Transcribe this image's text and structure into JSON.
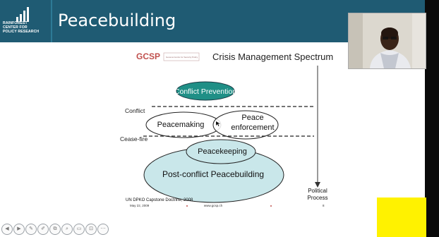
{
  "header": {
    "org_line1": "RAINFOREST",
    "org_line2": "CENTER FOR",
    "org_line3": "POLICY RESEARCH",
    "title": "Peacebuilding"
  },
  "slide": {
    "logo": "GCSP",
    "logo_small_text": "Geneva Centre for Security Policy",
    "heading": "Crisis Management Spectrum",
    "conflict_prevention": "Conflict Prevention",
    "conflict_label": "Conflict",
    "peacemaking": "Peacemaking",
    "peace_enforcement_1": "Peace",
    "peace_enforcement_2": "enforcement",
    "ceasefire_label": "Cease-fire",
    "peacekeeping": "Peacekeeping",
    "post_conflict": "Post-conflict Peacebuilding",
    "political_1": "Political",
    "political_2": "Process",
    "source": "UN DPKO Capstone Doctrine, 2008",
    "footer_date": "May 22, 2009",
    "footer_url": "www.gcsp.ch",
    "footer_page": "8"
  },
  "colors": {
    "header_bg": "#1f5b73",
    "prevention_fill": "#1f8f86",
    "light_fill": "#c9e7ea",
    "yellow": "#fff200"
  },
  "controls": [
    "back-icon",
    "forward-icon",
    "pen-icon",
    "highlighter-icon",
    "copy-icon",
    "zoom-icon",
    "subtitles-icon",
    "camera-icon",
    "more-icon"
  ]
}
